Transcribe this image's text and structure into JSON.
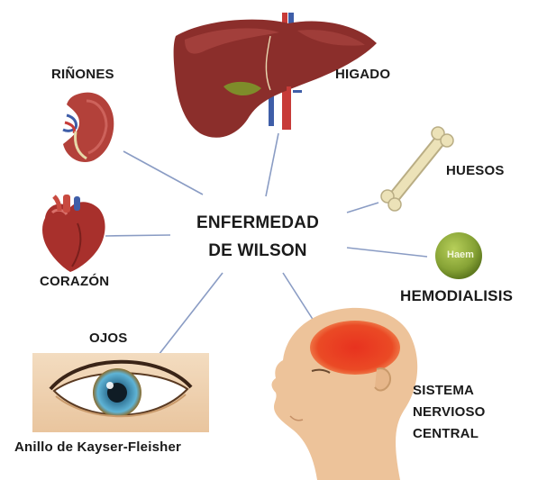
{
  "center": {
    "line1": "ENFERMEDAD",
    "line2": "DE WILSON"
  },
  "organs": {
    "higado": "HIGADO",
    "rinones": "RIÑONES",
    "corazon": "CORAZÓN",
    "huesos": "HUESOS",
    "hemodialisis": "HEMODIALISIS",
    "hemo_badge": "Haem",
    "ojos": "OJOS",
    "ojos_caption": "Anillo de Kayser-Fleisher",
    "snc_line1": "SISTEMA",
    "snc_line2": "NERVIOSO",
    "snc_line3": "CENTRAL"
  },
  "colors": {
    "connector": "#8a9cc4",
    "liver": "#8b2e2b",
    "kidney": "#b3413a",
    "heart": "#a8302c",
    "bone": "#ece2b8",
    "haem_ball": "#8aa53a",
    "brain_highlight": "#e8321f",
    "skin": "#edc39a",
    "iris": "#4aa7c9"
  }
}
